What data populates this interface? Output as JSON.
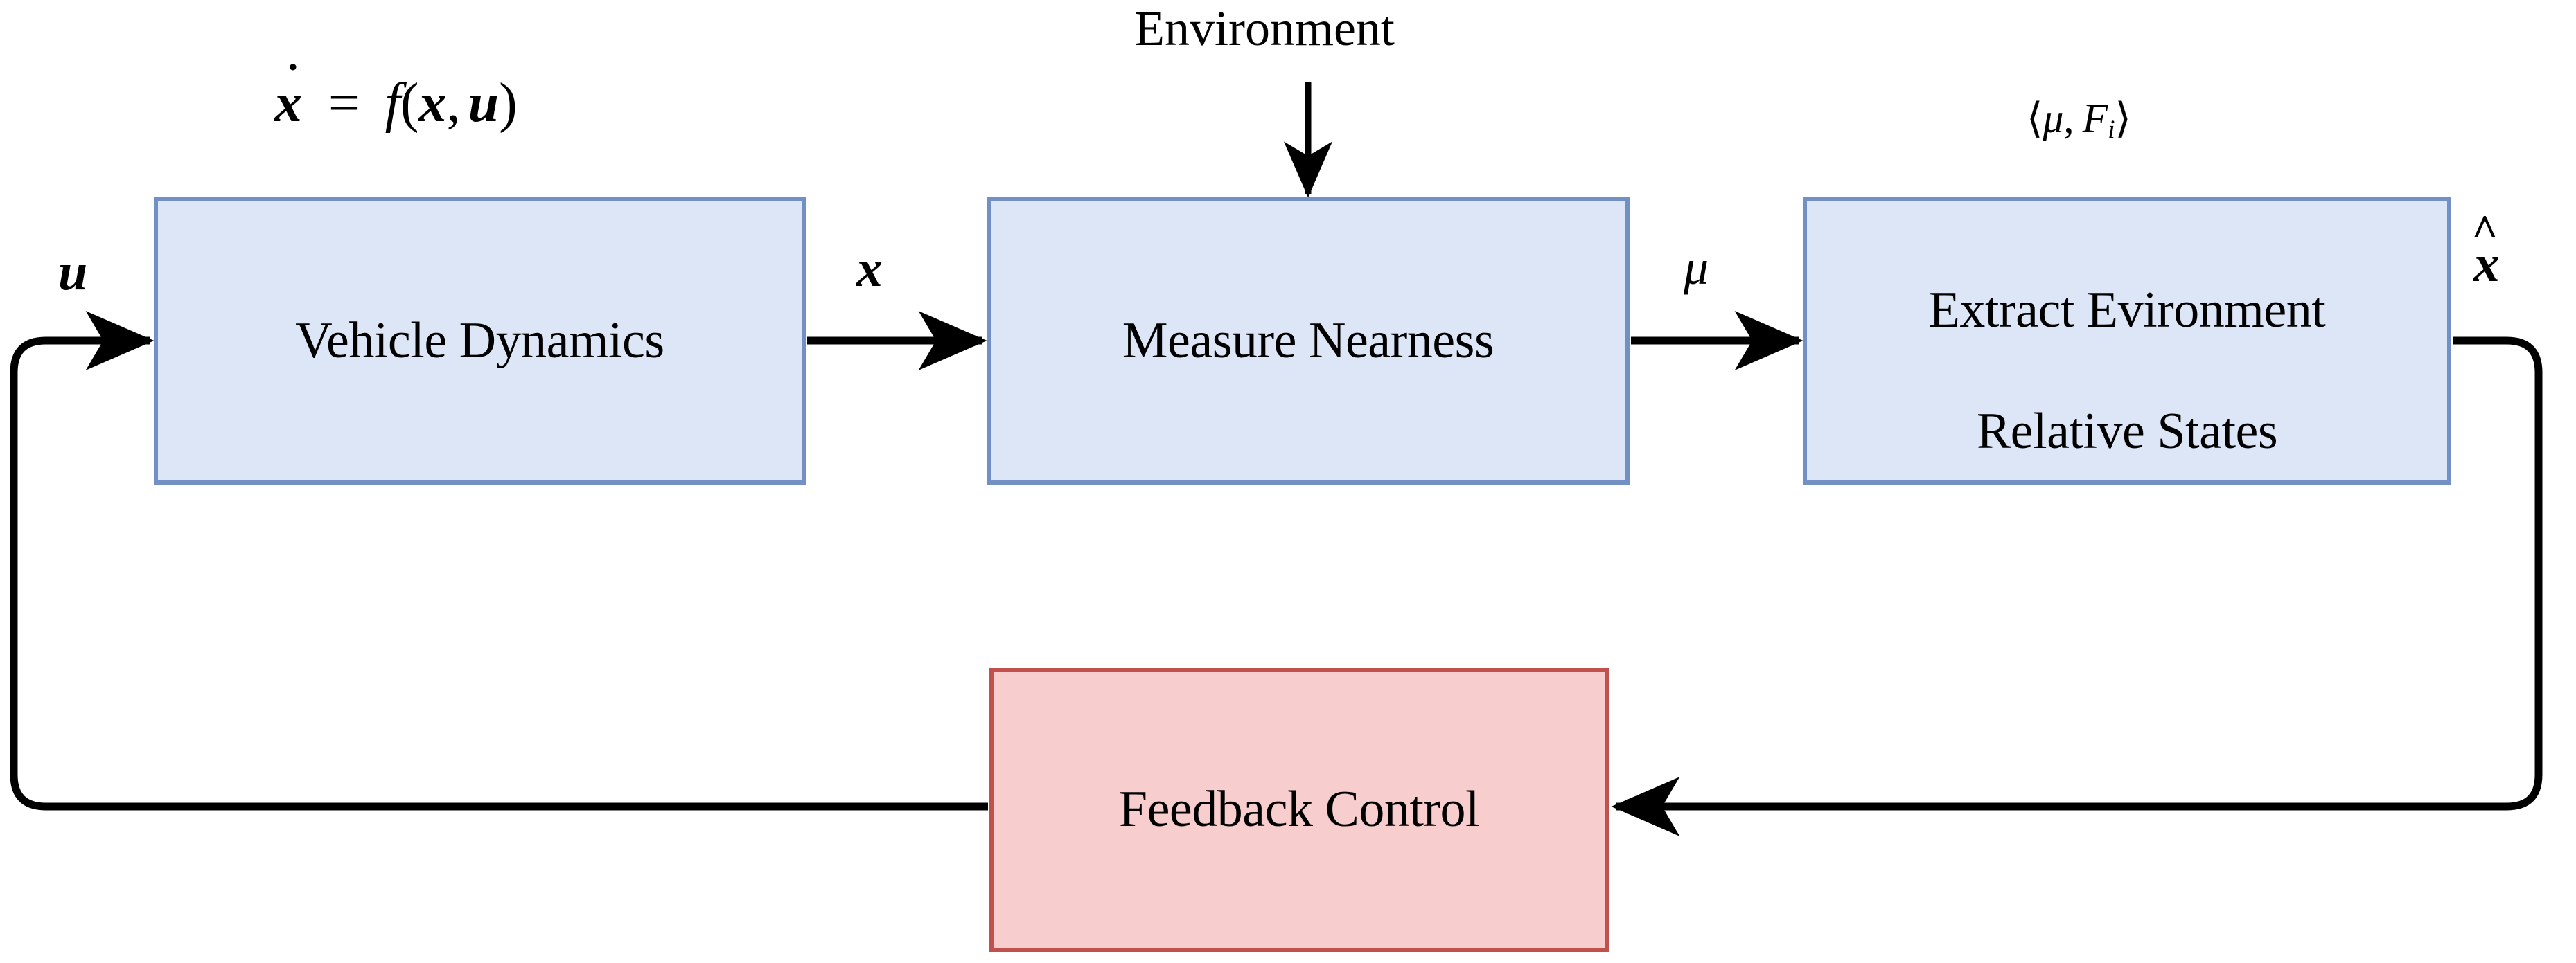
{
  "diagram": {
    "title": "Vehicle control loop block diagram",
    "background": "#ffffff",
    "colors": {
      "block_blue_fill": "#dce6f7",
      "block_blue_border": "#7290c4",
      "block_red_fill": "#f8cdcd",
      "block_red_border": "#c0514d",
      "wire": "#000000",
      "text": "#000000"
    }
  },
  "blocks": [
    {
      "id": "vehicle-dynamics",
      "label": "Vehicle Dynamics",
      "style": "blue",
      "top_label": "ẋ = f(x, u)"
    },
    {
      "id": "measure-nearness",
      "label": "Measure Nearness",
      "style": "blue",
      "top_label": "Environment"
    },
    {
      "id": "extract-states",
      "label_line1": "Extract Evironment",
      "label_line2": "Relative States",
      "style": "blue",
      "top_label": "⟨μ, Fi⟩"
    },
    {
      "id": "feedback-control",
      "label": "Feedback Control",
      "style": "red"
    }
  ],
  "signals": {
    "input_u": "u",
    "state_x": "x",
    "nearness_mu": "μ",
    "estimate_xhat": "x̂"
  },
  "equations": {
    "state_dynamics": {
      "lhs_var": "x",
      "lhs_accent": "dot",
      "equals": "=",
      "fn": "f",
      "open_paren": "(",
      "arg1": "x",
      "comma": ",",
      "arg2": "u",
      "close_paren": ")"
    },
    "measurement_tuple": {
      "open_angle": "⟨",
      "mu": "μ",
      "comma": ",",
      "force": "F",
      "force_index": "i",
      "close_angle": "⟩"
    }
  },
  "external_inputs": [
    {
      "label": "Environment",
      "target": "measure-nearness",
      "direction": "down"
    }
  ],
  "wires": [
    {
      "from": "feedback-loop",
      "to": "vehicle-dynamics",
      "label": "u",
      "arrow": true
    },
    {
      "from": "vehicle-dynamics",
      "to": "measure-nearness",
      "label": "x",
      "arrow": true
    },
    {
      "from": "measure-nearness",
      "to": "extract-states",
      "label": "μ",
      "arrow": true
    },
    {
      "from": "extract-states",
      "to": "feedback-control",
      "label": "x̂",
      "arrow": true
    },
    {
      "from": "feedback-control",
      "to": "vehicle-dynamics",
      "label": "",
      "arrow": true
    }
  ]
}
